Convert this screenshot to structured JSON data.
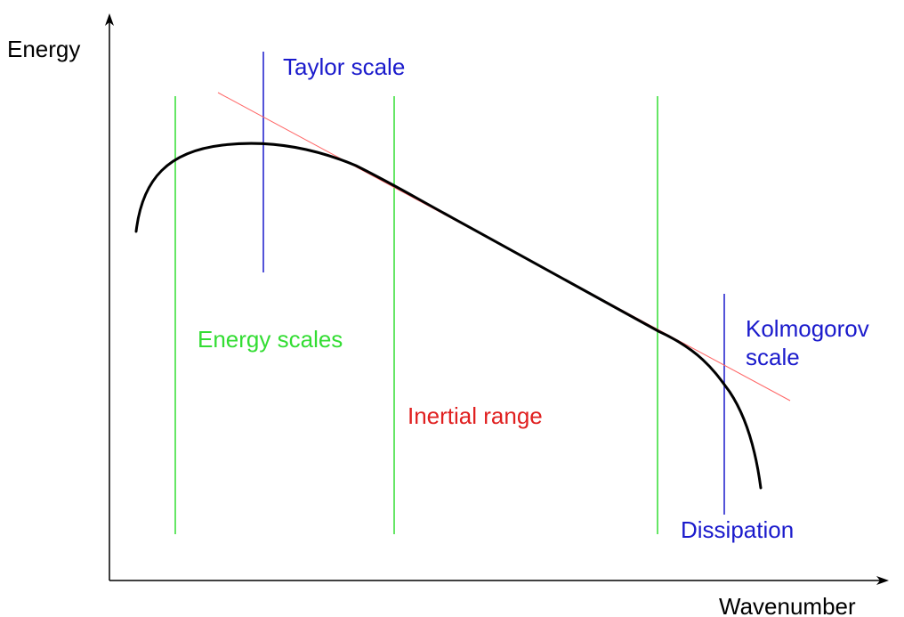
{
  "diagram": {
    "axes": {
      "y_label": "Energy",
      "x_label": "Wavenumber"
    },
    "labels": {
      "taylor_scale": "Taylor scale",
      "energy_scales": "Energy scales",
      "inertial_range": "Inertial range",
      "kolmogorov_line1": "Kolmogorov",
      "kolmogorov_line2": "scale",
      "dissipation": "Dissipation"
    },
    "colors": {
      "axis": "#000000",
      "curve": "#000000",
      "range_boundaries": "#33dd33",
      "scale_markers": "#1a1acc",
      "slope_line": "#ff6666",
      "energy_scales_text": "#33dd33",
      "inertial_range_text": "#e02020",
      "blue_text": "#1a1acc"
    }
  }
}
